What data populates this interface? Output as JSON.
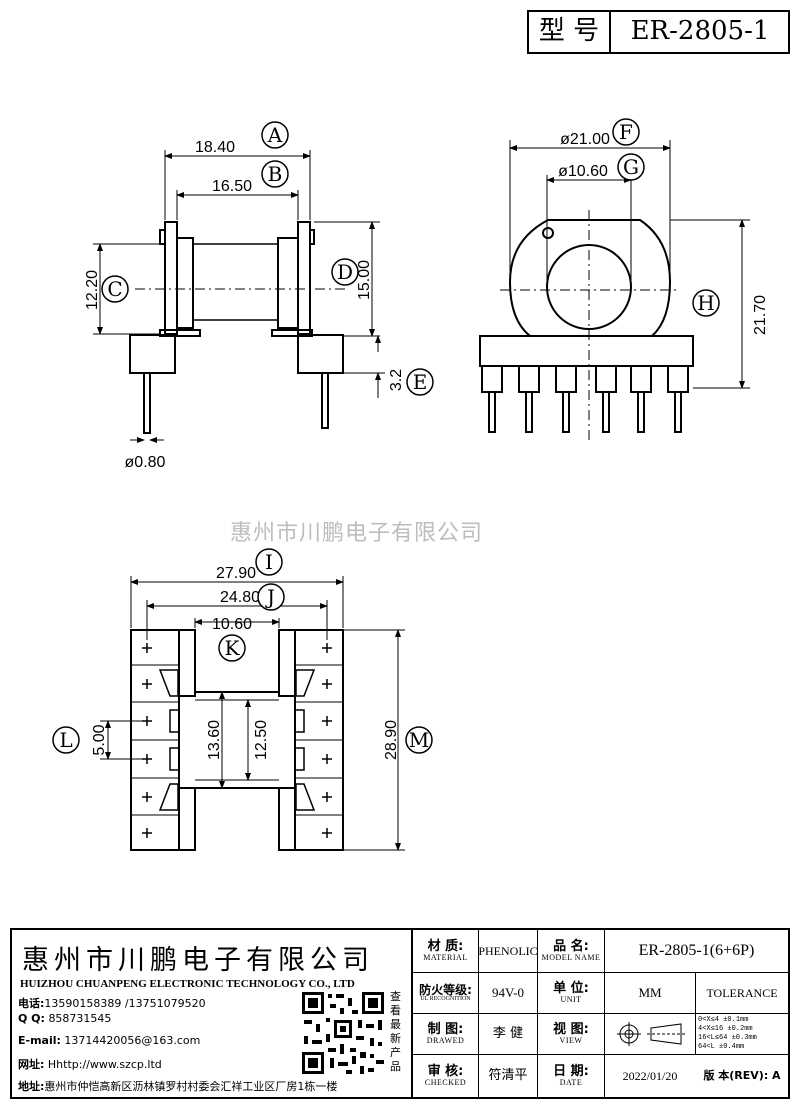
{
  "header": {
    "model_label": "型 号",
    "model_value": "ER-2805-1"
  },
  "watermark": "惠州市川鹏电子有限公司",
  "dimensions": {
    "A": "18.40",
    "B": "16.50",
    "C": "12.20",
    "D": "15.00",
    "E": "3.2",
    "pin": "ø0.80",
    "F": "ø21.00",
    "G": "ø10.60",
    "H": "21.70",
    "I": "27.90",
    "J": "24.80",
    "K": "10.60",
    "L": "5.00",
    "M": "28.90",
    "N1": "13.60",
    "N2": "12.50"
  },
  "callouts": [
    "A",
    "B",
    "C",
    "D",
    "E",
    "F",
    "G",
    "H",
    "I",
    "J",
    "K",
    "L",
    "M"
  ],
  "company": {
    "name_cn": "惠州市川鹏电子有限公司",
    "name_en": "HUIZHOU CHUANPENG ELECTRONIC TECHNOLOGY CO., LTD",
    "tel_label": "电话:",
    "tel": "13590158389 /13751079520",
    "qq_label": "Q Q:",
    "qq": "858731545",
    "email_label": "E-mail:",
    "email": "13714420056@163.com",
    "web_label": "网址:",
    "web": "Hhttp://www.szcp.ltd",
    "addr_label": "地址:",
    "addr": "惠州市仲恺高新区沥林镇罗村村委会汇祥工业区厂房1栋一楼",
    "qr_caption": "查看最新产品"
  },
  "title_block": {
    "material_cn": "材 质:",
    "material_en": "MATERIAL",
    "material_val": "PHENOLIC",
    "partname_cn": "品 名:",
    "partname_en": "MODEL NAME",
    "partname_val": "ER-2805-1(6+6P)",
    "ul_cn": "防火等级:",
    "ul_en": "UL RECOGNITION",
    "ul_val": "94V-0",
    "unit_cn": "单 位:",
    "unit_en": "UNIT",
    "unit_val": "MM",
    "tolerance": "TOLERANCE",
    "drawn_cn": "制 图:",
    "drawn_en": "DRAWED",
    "drawn_val": "李 健",
    "view_cn": "视 图:",
    "view_en": "VIEW",
    "checked_cn": "审 核:",
    "checked_en": "CHECKED",
    "checked_val": "符清平",
    "date_cn": "日 期:",
    "date_en": "DATE",
    "date_val": "2022/01/20",
    "rev_label": "版 本(REV): A",
    "tol_rows": [
      {
        "range": "0<X≤4",
        "tol": "±0.1mm"
      },
      {
        "range": "4<X≤16",
        "tol": "±0.2mm"
      },
      {
        "range": "16<L≤64",
        "tol": "±0.3mm"
      },
      {
        "range": "64<L",
        "tol": "±0.4mm"
      }
    ]
  }
}
